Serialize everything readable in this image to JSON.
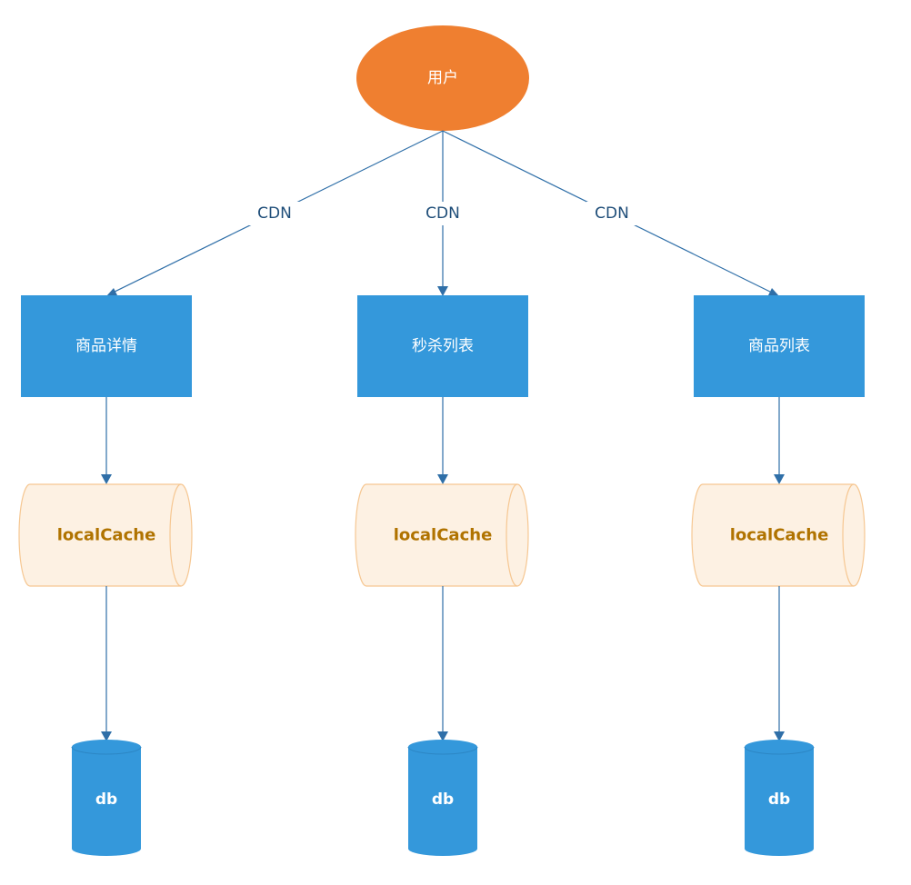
{
  "user": {
    "label": "用户"
  },
  "cdn_labels": [
    "CDN",
    "CDN",
    "CDN"
  ],
  "pages": [
    {
      "label": "商品详情",
      "cache": "localCache",
      "db": "db"
    },
    {
      "label": "秒杀列表",
      "cache": "localCache",
      "db": "db"
    },
    {
      "label": "商品列表",
      "cache": "localCache",
      "db": "db"
    }
  ],
  "colors": {
    "user_fill": "#ef7f30",
    "page_fill": "#3498db",
    "cache_fill": "#fdf1e3",
    "cache_stroke": "#f6c792",
    "db_fill": "#3498db",
    "edge": "#2f6fa8",
    "edge_label": "#1f4e79"
  }
}
